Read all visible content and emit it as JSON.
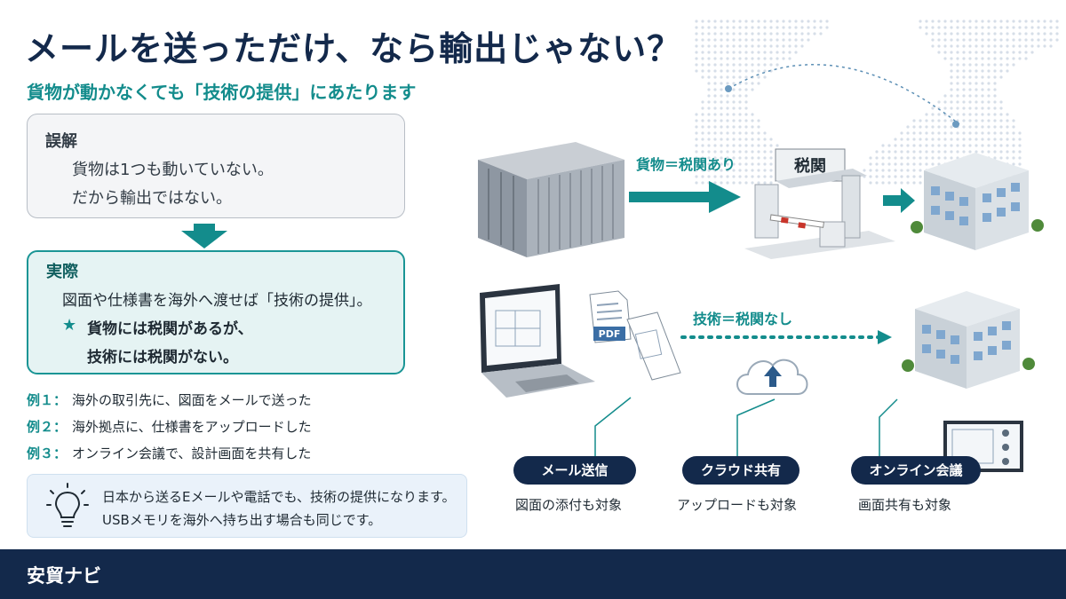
{
  "header": {
    "title": "メールを送っただけ、なら輸出じゃない？",
    "subtitle": "貨物が動かなくても「技術の提供」にあたります"
  },
  "misconception": {
    "heading": "誤解",
    "line1": "貨物は1つも動いていない。",
    "line2": "だから輸出ではない。"
  },
  "reality": {
    "heading": "実際",
    "line1": "図面や仕様書を海外へ渡せば「技術の提供」。",
    "star": "★",
    "line2": "貨物には税関があるが、",
    "line3": "技術には税関がない。"
  },
  "examples": [
    {
      "label": "例１：",
      "text": "海外の取引先に、図面をメールで送った"
    },
    {
      "label": "例２：",
      "text": "海外拠点に、仕様書をアップロードした"
    },
    {
      "label": "例３：",
      "text": "オンライン会議で、設計画面を共有した"
    }
  ],
  "note": {
    "line1": "日本から送るEメールや電話でも、技術の提供になります。",
    "line2": "USBメモリを海外へ持ち出す場合も同じです。"
  },
  "illustration": {
    "cargo_label": "貨物＝税関あり",
    "customs_sign": "税関",
    "pdf_label": "PDF",
    "tech_label": "技術＝税関なし",
    "channels": [
      {
        "name": "メール送信",
        "note": "図面の添付も対象"
      },
      {
        "name": "クラウド共有",
        "note": "アップロードも対象"
      },
      {
        "name": "オンライン会議",
        "note": "画面共有も対象"
      }
    ]
  },
  "footer": {
    "brand": "安貿ナビ"
  },
  "colors": {
    "navy": "#13294b",
    "teal": "#138c8c",
    "light_teal": "#e5f3f3"
  },
  "icons": [
    "lightbulb-icon",
    "down-arrow-icon",
    "container-icon",
    "customs-gate-icon",
    "building-icon",
    "laptop-icon",
    "document-icon",
    "cloud-upload-icon",
    "monitor-icon",
    "world-map-icon"
  ]
}
